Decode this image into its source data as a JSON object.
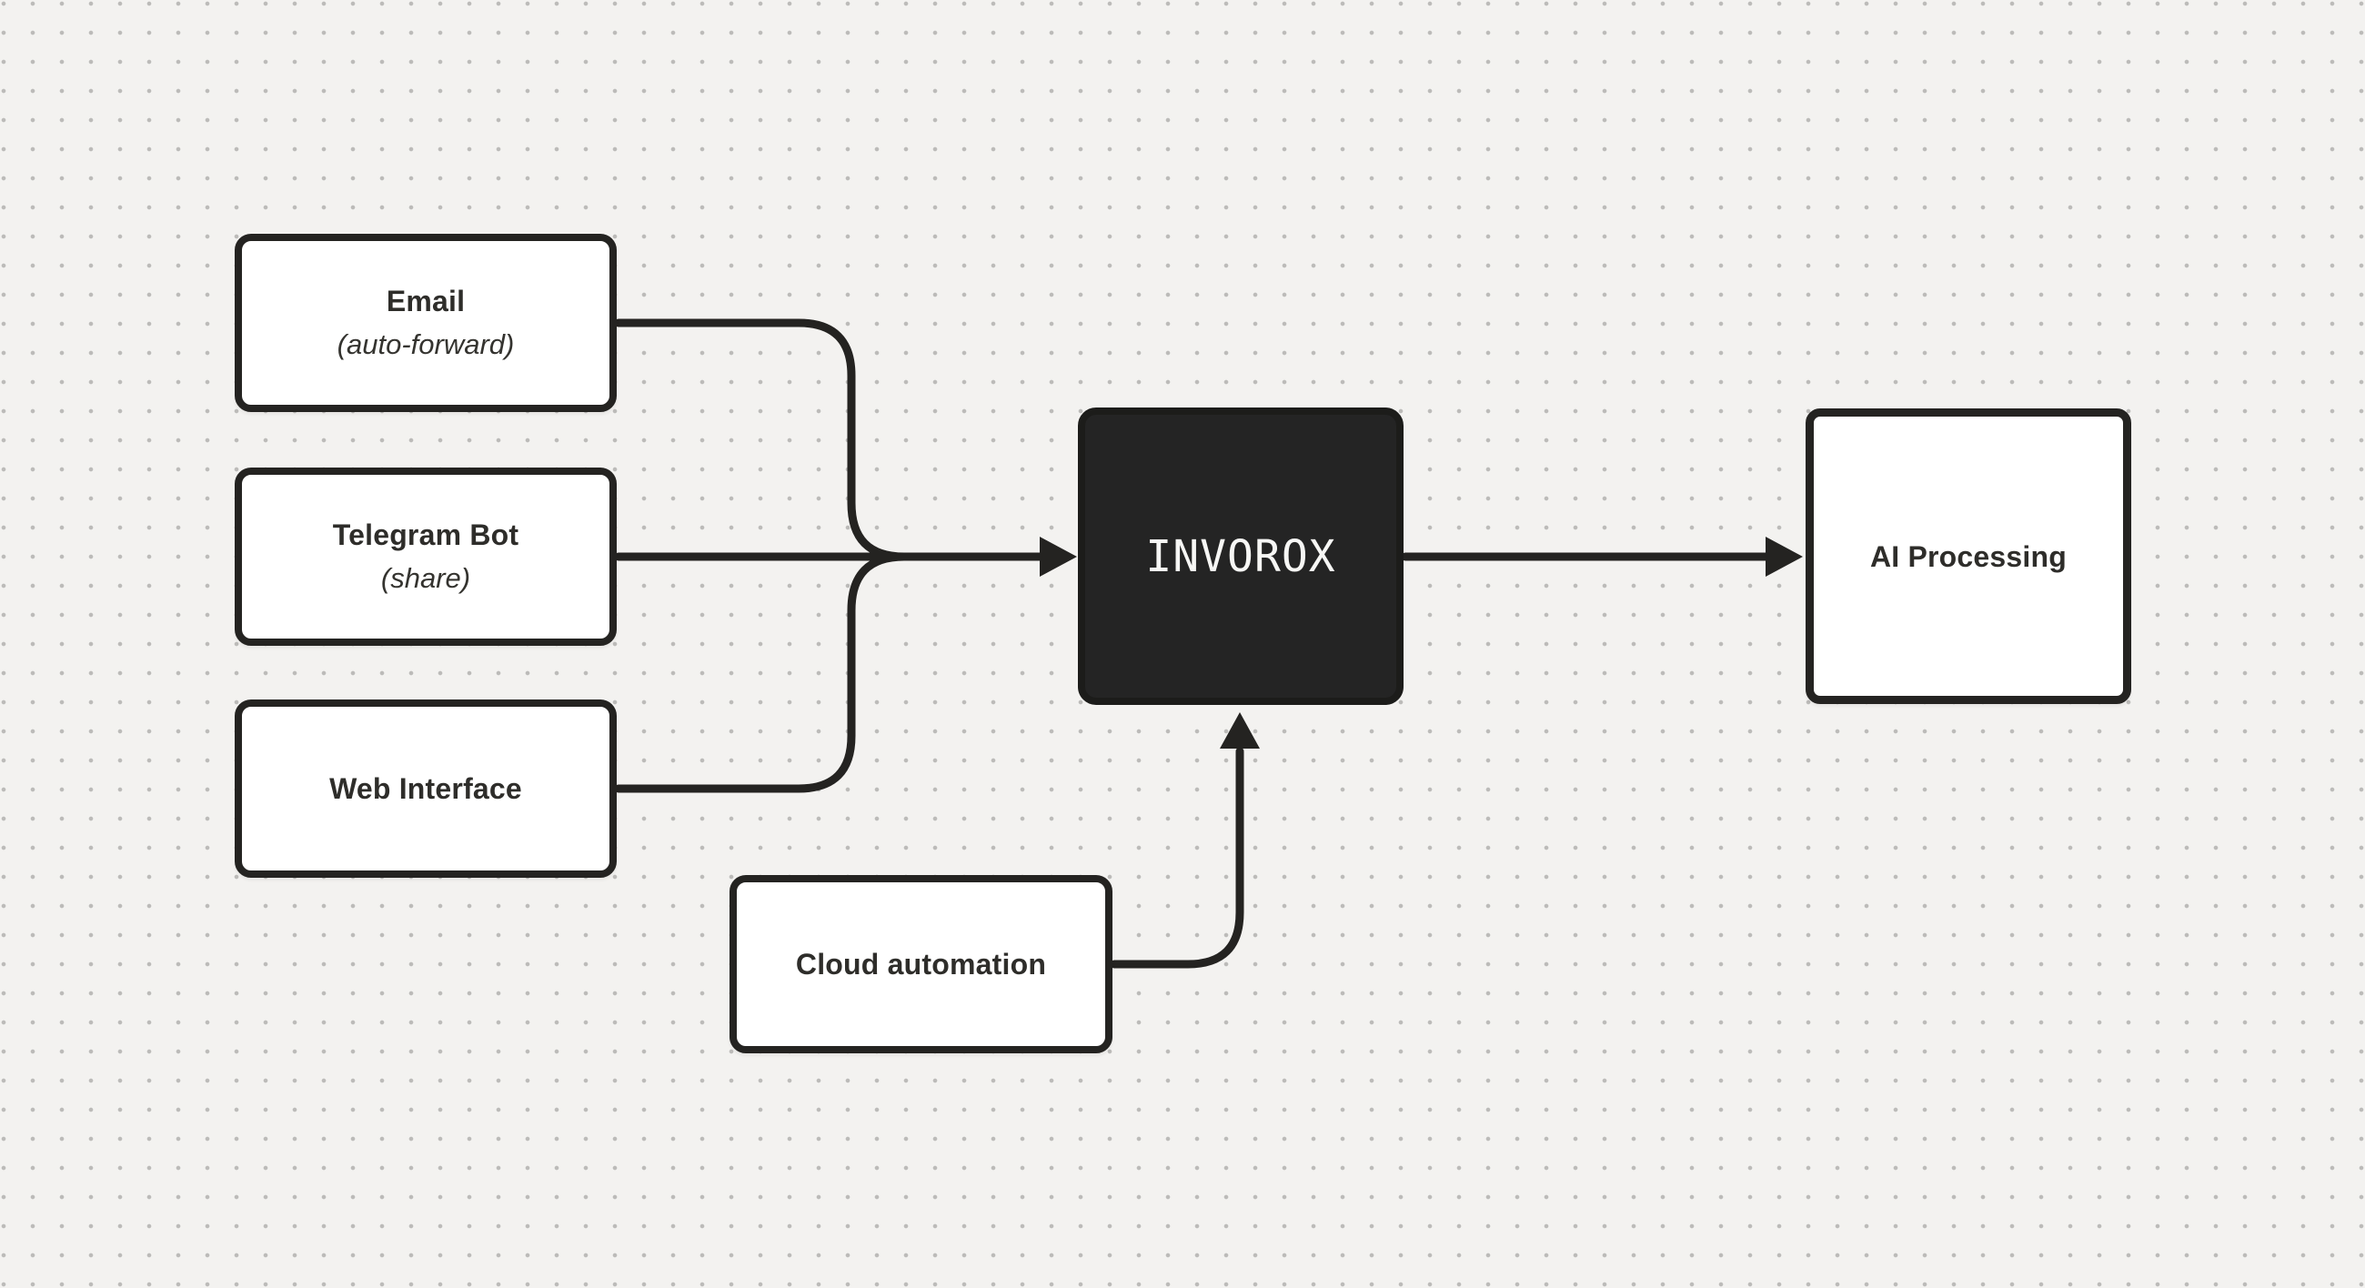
{
  "diagram": {
    "canvas": {
      "background_color": "#f3f2f0",
      "dot_color": "#bcbbb9"
    },
    "edge_color": "#242321",
    "nodes": {
      "email": {
        "title": "Email",
        "subtitle": "(auto-forward)"
      },
      "telegram": {
        "title": "Telegram Bot",
        "subtitle": "(share)"
      },
      "web": {
        "title": "Web Interface"
      },
      "cloud": {
        "title": "Cloud automation"
      },
      "invorox": {
        "title": "INVOROX",
        "fill_color": "#242424",
        "text_color": "#f7f7f5"
      },
      "ai": {
        "title": "AI Processing"
      }
    },
    "edges": [
      {
        "from": "email",
        "to": "invorox"
      },
      {
        "from": "telegram",
        "to": "invorox"
      },
      {
        "from": "web",
        "to": "invorox"
      },
      {
        "from": "cloud",
        "to": "invorox"
      },
      {
        "from": "invorox",
        "to": "ai"
      }
    ]
  }
}
